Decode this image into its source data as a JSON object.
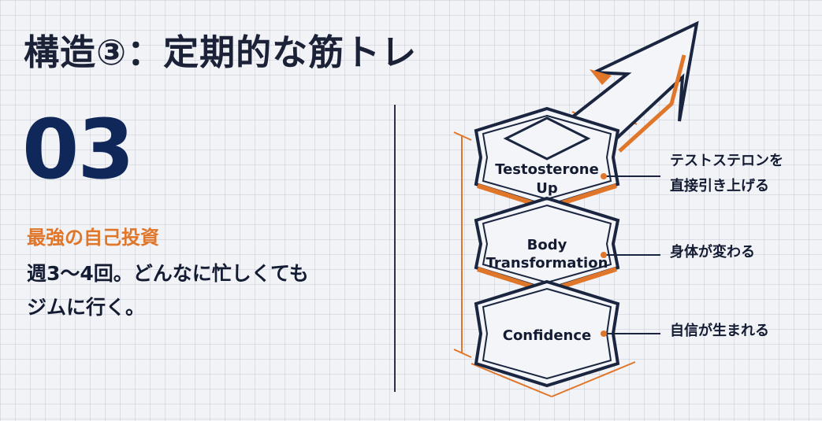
{
  "title": "構造③：定期的な筋トレ",
  "number": "03",
  "subtitle": "最強の自己投資",
  "body": {
    "line1": "週3〜4回。どんなに忙しくても",
    "line2": "ジムに行く。"
  },
  "blocks": [
    {
      "line1": "Testosterone",
      "line2": "Up",
      "annotation_line1": "テストステロンを",
      "annotation_line2": "直接引き上げる"
    },
    {
      "line1": "Body",
      "line2": "Transformation",
      "annotation_line1": "身体が変わる",
      "annotation_line2": ""
    },
    {
      "line1": "Confidence",
      "line2": "",
      "annotation_line1": "自信が生まれる",
      "annotation_line2": ""
    }
  ],
  "colors": {
    "navy": "#1a2540",
    "orange": "#e0762a",
    "text": "#141c33"
  }
}
